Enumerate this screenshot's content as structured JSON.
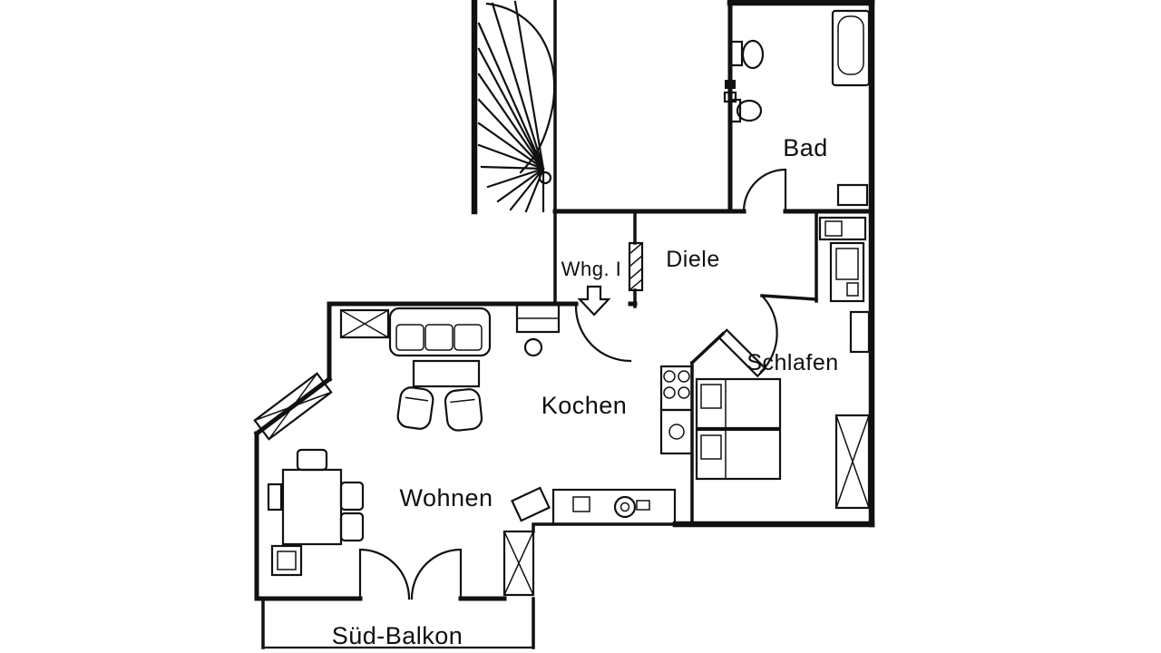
{
  "rooms": {
    "bad": {
      "label": "Bad"
    },
    "diele": {
      "label": "Diele"
    },
    "entry": {
      "label": "Whg. I"
    },
    "schlafen": {
      "label": "Schlafen"
    },
    "kochen": {
      "label": "Kochen"
    },
    "wohnen": {
      "label": "Wohnen"
    },
    "balkon": {
      "label": "Süd-Balkon"
    }
  },
  "colors": {
    "ink": "#161616",
    "paper": "#ffffff"
  }
}
